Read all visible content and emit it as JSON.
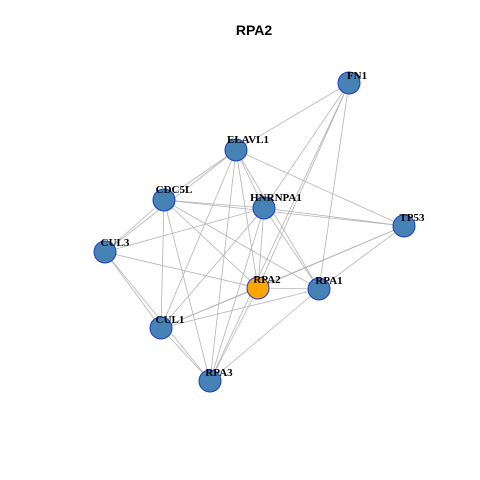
{
  "title": "RPA2",
  "colors": {
    "node_fill": "#4682b4",
    "node_stroke": "#1a3cc8",
    "focus_fill": "#ffa500",
    "focus_stroke": "#1a3cc8",
    "edge": "#b4b4b4"
  },
  "network": {
    "focus": "RPA2",
    "nodes": [
      "FN1",
      "ELAVL1",
      "CDC5L",
      "HNRNPA1",
      "TP53",
      "CUL3",
      "RPA2",
      "RPA1",
      "CUL1",
      "RPA3"
    ],
    "edges": [
      [
        "FN1",
        "ELAVL1"
      ],
      [
        "FN1",
        "HNRNPA1"
      ],
      [
        "FN1",
        "RPA1"
      ],
      [
        "FN1",
        "RPA2"
      ],
      [
        "FN1",
        "RPA3"
      ],
      [
        "ELAVL1",
        "CDC5L"
      ],
      [
        "ELAVL1",
        "HNRNPA1"
      ],
      [
        "ELAVL1",
        "CUL3"
      ],
      [
        "ELAVL1",
        "RPA1"
      ],
      [
        "ELAVL1",
        "CUL1"
      ],
      [
        "ELAVL1",
        "RPA3"
      ],
      [
        "ELAVL1",
        "RPA2"
      ],
      [
        "ELAVL1",
        "TP53"
      ],
      [
        "CDC5L",
        "HNRNPA1"
      ],
      [
        "CDC5L",
        "TP53"
      ],
      [
        "CDC5L",
        "RPA1"
      ],
      [
        "CDC5L",
        "CUL1"
      ],
      [
        "CDC5L",
        "RPA3"
      ],
      [
        "CDC5L",
        "CUL3"
      ],
      [
        "CDC5L",
        "RPA2"
      ],
      [
        "HNRNPA1",
        "TP53"
      ],
      [
        "HNRNPA1",
        "RPA1"
      ],
      [
        "HNRNPA1",
        "RPA2"
      ],
      [
        "HNRNPA1",
        "CUL3"
      ],
      [
        "HNRNPA1",
        "CUL1"
      ],
      [
        "HNRNPA1",
        "RPA3"
      ],
      [
        "TP53",
        "RPA2"
      ],
      [
        "TP53",
        "RPA1"
      ],
      [
        "TP53",
        "CUL1"
      ],
      [
        "CUL3",
        "RPA2"
      ],
      [
        "CUL3",
        "CUL1"
      ],
      [
        "CUL3",
        "RPA3"
      ],
      [
        "RPA2",
        "RPA1"
      ],
      [
        "RPA2",
        "CUL1"
      ],
      [
        "RPA2",
        "RPA3"
      ],
      [
        "RPA1",
        "CUL1"
      ],
      [
        "RPA1",
        "RPA3"
      ],
      [
        "CUL1",
        "RPA3"
      ]
    ]
  }
}
